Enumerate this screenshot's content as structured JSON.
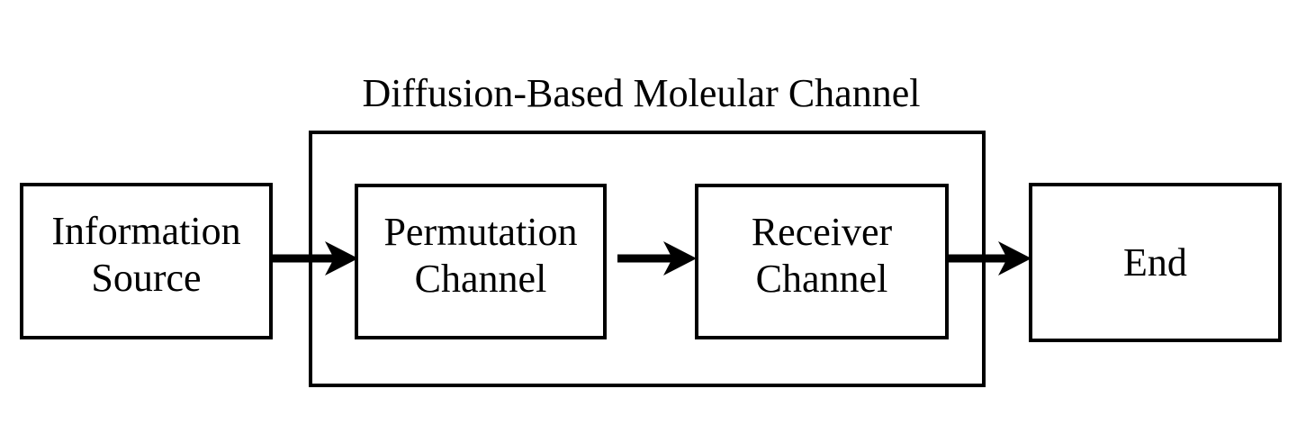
{
  "diagram": {
    "type": "block-diagram",
    "title": "Diffusion-Based Moleular Channel",
    "background_color": "#ffffff",
    "stroke_color": "#000000",
    "group": {
      "label": "Diffusion-Based Moleular Channel",
      "contains": [
        "Permutation Channel",
        "Receiver Channel"
      ]
    },
    "blocks": [
      {
        "id": "information-source",
        "lines": [
          "Information",
          "Source"
        ],
        "inside_group": false
      },
      {
        "id": "permutation-channel",
        "lines": [
          "Permutation",
          "Channel"
        ],
        "inside_group": true
      },
      {
        "id": "receiver-channel",
        "lines": [
          "Receiver",
          "Channel"
        ],
        "inside_group": true
      },
      {
        "id": "end",
        "lines": [
          "End"
        ],
        "inside_group": false
      }
    ],
    "arrows": [
      {
        "id": "source-to-permutation",
        "from": "information-source",
        "to": "permutation-channel",
        "direction": "right"
      },
      {
        "id": "permutation-to-receiver",
        "from": "permutation-channel",
        "to": "receiver-channel",
        "direction": "right"
      },
      {
        "id": "receiver-to-end",
        "from": "receiver-channel",
        "to": "end",
        "direction": "right"
      }
    ]
  }
}
